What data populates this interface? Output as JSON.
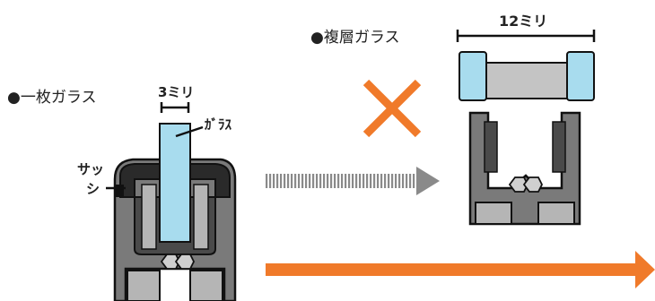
{
  "labels": {
    "single_glass": "●一枚ガラス",
    "double_glass": "●複層ガラス",
    "glass": "ｶﾞﾗｽ",
    "sash_line1": "サッ",
    "sash_line2": "シ",
    "dim_single": "3ミリ",
    "dim_double": "12ミリ"
  },
  "colors": {
    "glass": "#a8dcee",
    "frame_dark": "#4a4a4a",
    "frame_mid": "#7a7a7a",
    "frame_light": "#b5b5b5",
    "dark_fill": "#222222",
    "arrow_orange": "#f07a2a",
    "arrow_gray": "#8a8a8a",
    "cross": "#f07a2a",
    "spacer_gray": "#c4c4c4"
  },
  "icons": {
    "cross": "x-mark-icon",
    "transition_arrow": "dotted-arrow-icon",
    "progress_arrow": "arrow-right-icon"
  }
}
